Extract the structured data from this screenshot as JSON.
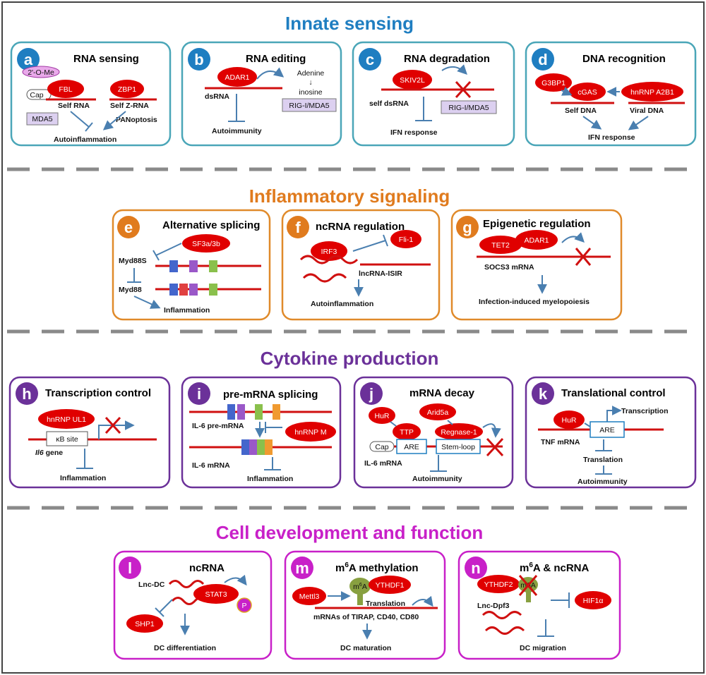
{
  "colors": {
    "blue": "#1f7ec1",
    "orange": "#e07b1e",
    "purple": "#6b3199",
    "magenta": "#c820c8",
    "line": "#d01010",
    "arrow": "#4a7fb0",
    "prot": "#e00000"
  },
  "sections": {
    "innate": "Innate sensing",
    "inflam": "Inflammatory signaling",
    "cytokine": "Cytokine production",
    "celldev": "Cell development and function"
  },
  "panels": {
    "a": {
      "letter": "a",
      "title": "RNA sensing",
      "ome": "2'-O-Me",
      "cap": "Cap",
      "fbl": "FBL",
      "self_rna": "Self RNA",
      "mda5": "MDA5",
      "zbp1": "ZBP1",
      "self_zrna": "Self Z-RNA",
      "panoptosis": "PANoptosis",
      "outcome": "Autoinflammation"
    },
    "b": {
      "letter": "b",
      "title": "RNA editing",
      "adar1": "ADAR1",
      "adenine": "Adenine",
      "down": "↓",
      "inosine": "inosine",
      "dsrna": "dsRNA",
      "rig": "RIG-I/MDA5",
      "outcome": "Autoimmunity"
    },
    "c": {
      "letter": "c",
      "title": "RNA degradation",
      "skiv2l": "SKIV2L",
      "self_dsrna": "self dsRNA",
      "rig": "RIG-I/MDA5",
      "outcome": "IFN response"
    },
    "d": {
      "letter": "d",
      "title": "DNA recognition",
      "g3bp1": "G3BP1",
      "cgas": "cGAS",
      "hnrnp": "hnRNP A2B1",
      "self_dna": "Self DNA",
      "viral_dna": "Viral DNA",
      "outcome": "IFN response"
    },
    "e": {
      "letter": "e",
      "title": "Alternative splicing",
      "sf3": "SF3a/3b",
      "myd88s": "Myd88S",
      "myd88": "Myd88",
      "outcome": "Inflammation"
    },
    "f": {
      "letter": "f",
      "title": "ncRNA regulation",
      "irf3": "IRF3",
      "fli1": "Fli-1",
      "lnc": "lncRNA-ISIR",
      "outcome": "Autoinflammation"
    },
    "g": {
      "letter": "g",
      "title": "Epigenetic  regulation",
      "tet2": "TET2",
      "adar1": "ADAR1",
      "socs3": "SOCS3 mRNA",
      "outcome": "Infection-induced myelopoiesis"
    },
    "h": {
      "letter": "h",
      "title": "Transcription control",
      "hnrnp": "hnRNP UL1",
      "kb": "κB site",
      "il6": "Il6",
      "gene": " gene",
      "outcome": "Inflammation"
    },
    "i": {
      "letter": "i",
      "title": "pre-mRNA splicing",
      "pre": "IL-6 pre-mRNA",
      "hnrnpm": "hnRNP M",
      "mrna": "IL-6 mRNA",
      "outcome": "Inflammation"
    },
    "j": {
      "letter": "j",
      "title": "mRNA decay",
      "hur": "HuR",
      "arid5a": "Arid5a",
      "ttp": "TTP",
      "regnase": "Regnase-1",
      "cap": "Cap",
      "are": "ARE",
      "stemloop": "Stem-loop",
      "il6": "IL-6 mRNA",
      "outcome": "Autoimmunity"
    },
    "k": {
      "letter": "k",
      "title": "Translational control",
      "hur": "HuR",
      "transcription": "Transcription",
      "are": "ARE",
      "tnf": "TNF mRNA",
      "translation": "Translation",
      "outcome": "Autoimmunity"
    },
    "l": {
      "letter": "l",
      "title": "ncRNA",
      "lncdc": "Lnc-DC",
      "stat3": "STAT3",
      "p": "P",
      "shp1": "SHP1",
      "outcome": "DC differentiation"
    },
    "m": {
      "letter": "m",
      "title_pre": "m",
      "title_sup": "6",
      "title_post": "A methylation",
      "mettl3": "Mettl3",
      "m6a_pre": "m",
      "m6a_sup": "6",
      "m6a_post": "A",
      "ythdf1": "YTHDF1",
      "translation": "Translation",
      "targets": "mRNAs of TIRAP, CD40, CD80",
      "outcome": "DC maturation"
    },
    "n": {
      "letter": "n",
      "title_pre": "m",
      "title_sup": "6",
      "title_post": "A & ncRNA",
      "ythdf2": "YTHDF2",
      "m6a": "m6A",
      "lncdpf3": "Lnc-Dpf3",
      "hif": "HIF1α",
      "outcome": "DC migration"
    }
  }
}
